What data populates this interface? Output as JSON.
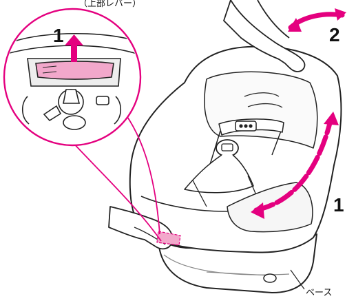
{
  "figure": {
    "top_caption": "（上部レバー）",
    "base_label": "ベース",
    "step_labels": {
      "inset": "1",
      "tilt": "2",
      "rotate": "1"
    }
  },
  "colors": {
    "accent": "#e4007f",
    "highlight": "#f2a8cb",
    "line": "#222222",
    "shade": "#eeeeee"
  },
  "icons": {
    "lift-arrow": "up-arrow",
    "tilt-arrow": "curved-double-arrow",
    "rotate-arrow": "curved-double-arrow"
  }
}
